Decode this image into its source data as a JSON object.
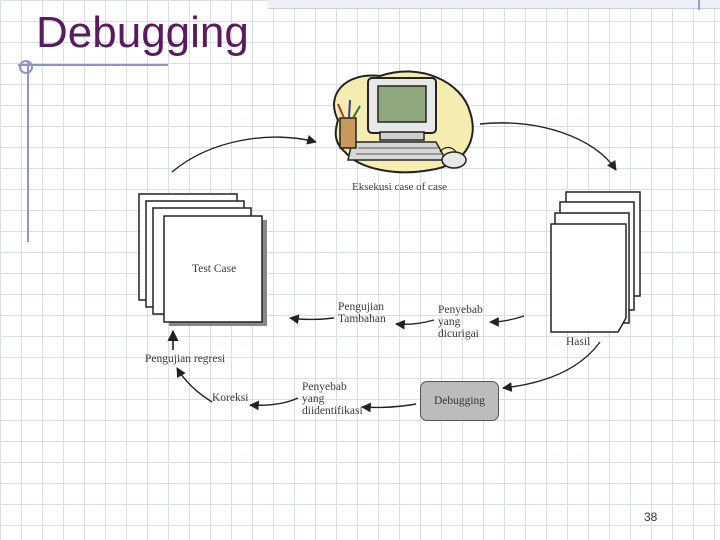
{
  "title": "Debugging",
  "page_number": "38",
  "nodes": {
    "computer_caption": "Eksekusi case of case",
    "test_case": "Test Case",
    "hasil": "Hasil",
    "debugging": "Debugging",
    "pengujian_tambahan": "Pengujian\nTambahan",
    "penyebab_dicurigai": "Penyebab\nyang\ndicurigai",
    "penyebab_diidentifikasi": "Penyebab\nyang\ndiidentifikasi",
    "koreksi": "Koreksi",
    "pengujian_regresi": "Pengujian regresi"
  },
  "colors": {
    "title": "#5a1a5e",
    "accent": "#8e95c4",
    "grid": "#d8dee8",
    "monitor_screen": "#8ea87c",
    "blob": "#f5ecb0"
  }
}
